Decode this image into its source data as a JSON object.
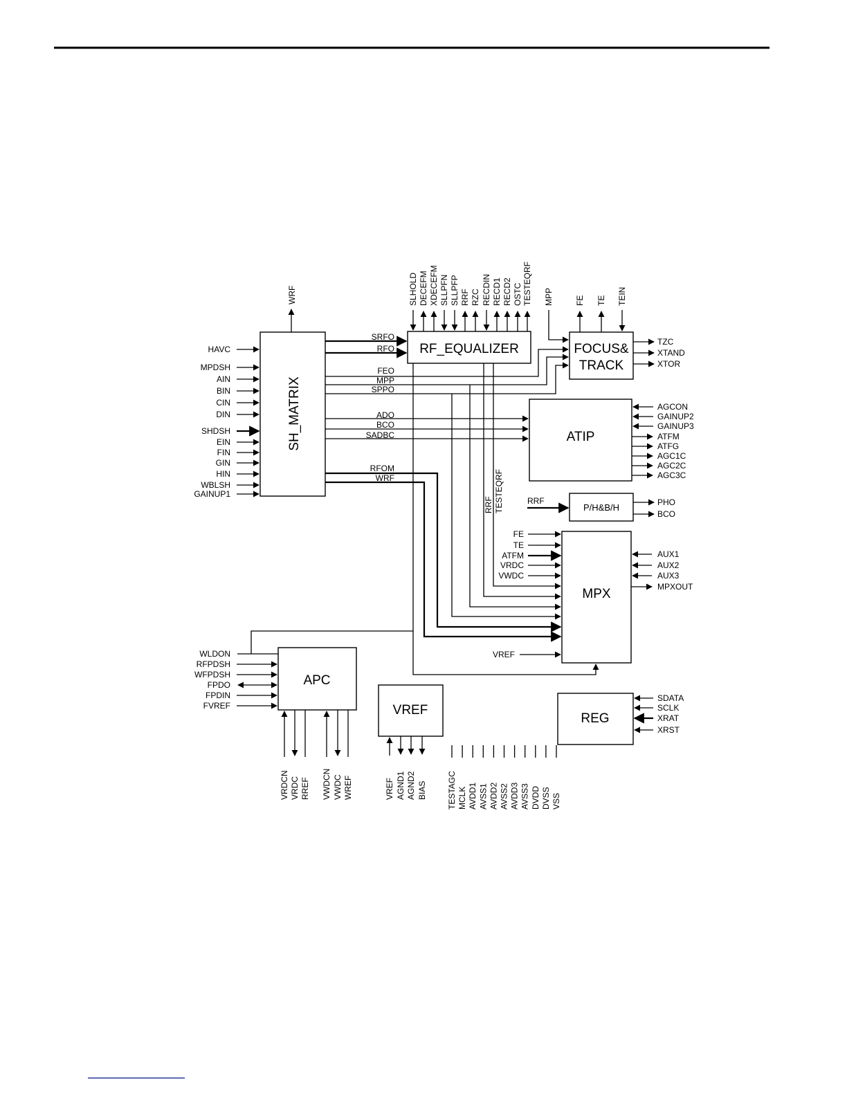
{
  "blocks": {
    "sh_matrix": "SH_MATRIX",
    "rf_equalizer": "RF_EQUALIZER",
    "focus_track_1": "FOCUS&",
    "focus_track_2": "TRACK",
    "atip": "ATIP",
    "phbh": "P/H&B/H",
    "mpx": "MPX",
    "apc": "APC",
    "vref": "VREF",
    "reg": "REG"
  },
  "sh_matrix": {
    "top_output": "WRF",
    "inputs": [
      "HAVC",
      "MPDSH",
      "AIN",
      "BIN",
      "CIN",
      "DIN",
      "SHDSH",
      "EIN",
      "FIN",
      "GIN",
      "HIN",
      "WBLSH",
      "GAINUP1"
    ],
    "outputs": [
      "SRFO",
      "RFO",
      "FEO",
      "MPP",
      "SPPO",
      "ADO",
      "BCO",
      "SADBC",
      "RFOM",
      "WRF"
    ]
  },
  "rf_equalizer": {
    "top_pins": [
      "SLHOLD",
      "DECEFM",
      "XDECEFM",
      "SLLPFN",
      "SLLPFP",
      "RRF",
      "RZC",
      "RECDIN",
      "RECD1",
      "RECD2",
      "OSTC",
      "TESTEQRF"
    ],
    "mpp_pin": "MPP",
    "internal_labels": [
      "RRF",
      "TESTEQRF"
    ]
  },
  "focus_track": {
    "top_pins": [
      "FE",
      "TE",
      "TEIN"
    ],
    "outputs": [
      "TZC",
      "XTAND",
      "XTOR"
    ]
  },
  "atip": {
    "inputs": [
      "AGCON",
      "GAINUP2",
      "GAINUP3"
    ],
    "outputs": [
      "ATFM",
      "ATFG",
      "AGC1C",
      "AGC2C",
      "AGC3C"
    ]
  },
  "phbh": {
    "input": "RRF",
    "outputs": [
      "PHO",
      "BCO"
    ]
  },
  "mpx": {
    "left_inputs": [
      "FE",
      "TE",
      "ATFM",
      "VRDC",
      "VWDC"
    ],
    "vref_input": "VREF",
    "right_inputs": [
      "AUX1",
      "AUX2",
      "AUX3"
    ],
    "output": "MPXOUT"
  },
  "apc": {
    "left_pins": [
      "WLDON",
      "RFPDSH",
      "WFPDSH",
      "FPDO",
      "FPDIN",
      "FVREF"
    ],
    "bottom_pins": [
      "VRDCN",
      "VRDC",
      "RREF",
      "VWDCN",
      "VWDC",
      "WREF"
    ]
  },
  "vref_block": {
    "bottom_pins": [
      "VREF",
      "AGND1",
      "AGND2",
      "BIAS"
    ]
  },
  "reg": {
    "inputs": [
      "SDATA",
      "SCLK",
      "XRAT",
      "XRST"
    ]
  },
  "power_pins": [
    "TESTAGC",
    "MCLK",
    "AVDD1",
    "AVSS1",
    "AVDD2",
    "AVSS2",
    "AVDD3",
    "AVSS3",
    "DVDD",
    "DVSS",
    "VSS"
  ]
}
